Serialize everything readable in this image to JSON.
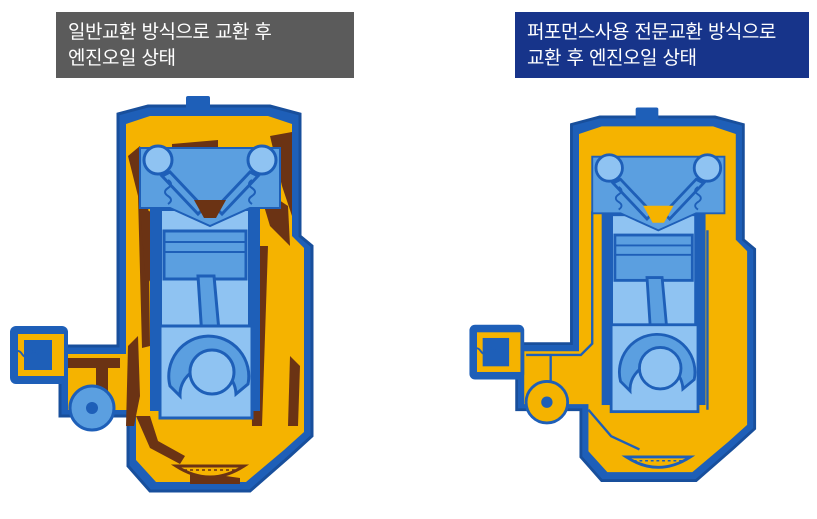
{
  "panels": {
    "left": {
      "title_line1": "일반교환 방식으로 교환 후",
      "title_line2": "엔진오일 상태",
      "label_bg": "#5b5b5b",
      "oil_color": "#f5b300",
      "sludge_color": "#6b3314",
      "sludge_present": true
    },
    "right": {
      "title_line1": "퍼포먼스사용 전문교환 방식으로",
      "title_line2": "교환 후 엔진오일 상태",
      "label_bg": "#17348a",
      "oil_color": "#f5b300",
      "sludge_present": false
    }
  },
  "colors": {
    "engine_outline": "#1e5fb8",
    "engine_part": "#5b9fe0",
    "engine_inner": "#8fc3f2",
    "oil": "#f5b300"
  }
}
